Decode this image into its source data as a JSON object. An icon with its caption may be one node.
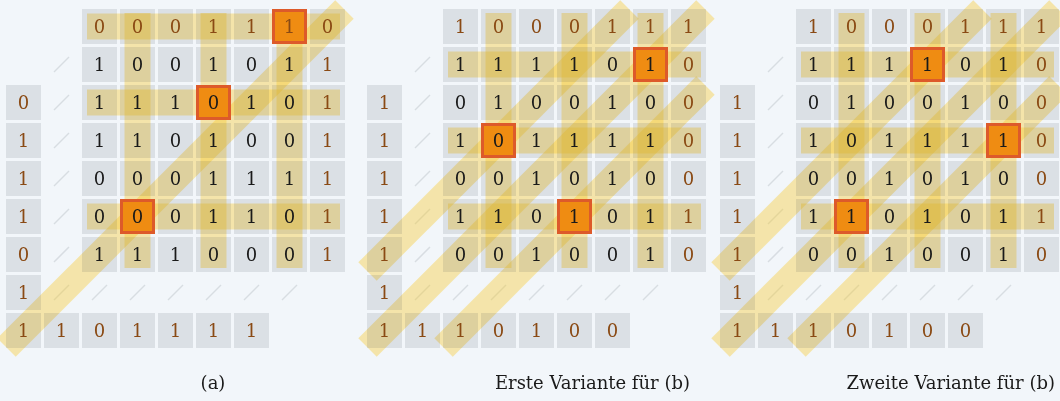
{
  "diagram": {
    "labels": [
      "0",
      "0",
      "0",
      "1",
      "1",
      "1",
      "0",
      "1",
      "0",
      "0",
      "1",
      "0",
      "1",
      "1",
      "0",
      "1",
      "1",
      "1",
      "0",
      "1",
      "0",
      "1",
      "1",
      "1",
      "1",
      "0",
      "1",
      "0",
      "0",
      "1",
      "1",
      "0",
      "0",
      "0",
      "1",
      "1",
      "1",
      "1",
      "1",
      "0",
      "0",
      "0",
      "1",
      "1",
      "0",
      "1",
      "0",
      "1",
      "1",
      "1",
      "0",
      "0",
      "0",
      "1",
      "1",
      "1",
      "1",
      "0",
      "1",
      "1",
      "1",
      "1",
      "1",
      "0",
      "0",
      "0",
      "1",
      "1",
      "1",
      "1",
      "1",
      "1",
      "1",
      "0",
      "1",
      "0",
      "1",
      "0",
      "1",
      "0",
      "0",
      "1",
      "0",
      "0",
      "1",
      "1",
      "0",
      "1",
      "1",
      "1",
      "1",
      "0",
      "1",
      "0",
      "0",
      "1",
      "0",
      "1",
      "0",
      "0",
      "1",
      "1",
      "1",
      "0",
      "1",
      "0",
      "1",
      "1",
      "1",
      "0",
      "0",
      "1",
      "0",
      "0",
      "1",
      "0",
      "1",
      "1",
      "1",
      "1",
      "0",
      "1",
      "0",
      "0",
      "1",
      "0",
      "0",
      "0",
      "1",
      "1",
      "1",
      "1",
      "1",
      "1",
      "1",
      "0",
      "1",
      "0",
      "1",
      "0",
      "1",
      "0",
      "0",
      "1",
      "0",
      "0",
      "1",
      "1",
      "0",
      "1",
      "1",
      "1",
      "1",
      "0",
      "1",
      "0",
      "0",
      "1",
      "0",
      "1",
      "0",
      "0",
      "1",
      "1",
      "1",
      "0",
      "1",
      "0",
      "1",
      "1",
      "1",
      "0",
      "0",
      "1",
      "0",
      "0",
      "1",
      "0",
      "1",
      "1",
      "1",
      "1",
      "0",
      "1",
      "0",
      "0",
      "(a)",
      "Erste Variante für (b)",
      "Zweite Variante für (b)"
    ]
  }
}
